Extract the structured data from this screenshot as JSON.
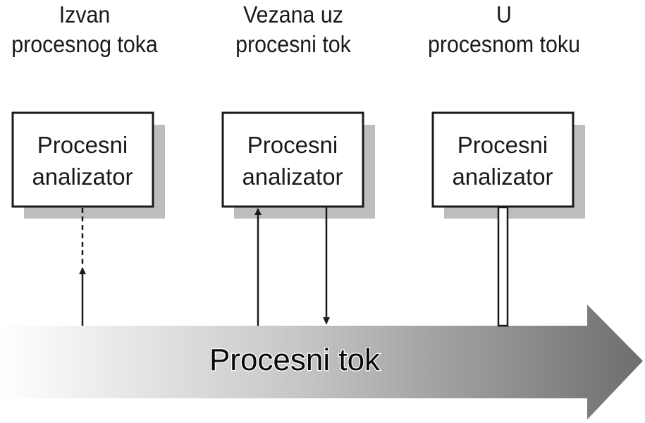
{
  "columns": [
    {
      "heading": [
        "Izvan",
        "procesnog toka"
      ],
      "box_label": [
        "Procesni",
        "analizator"
      ]
    },
    {
      "heading": [
        "Vezana uz",
        "procesni tok"
      ],
      "box_label": [
        "Procesni",
        "analizator"
      ]
    },
    {
      "heading": [
        "U",
        "procesnom toku"
      ],
      "box_label": [
        "Procesni",
        "analizator"
      ]
    }
  ],
  "flow": {
    "label": "Procesni tok"
  }
}
